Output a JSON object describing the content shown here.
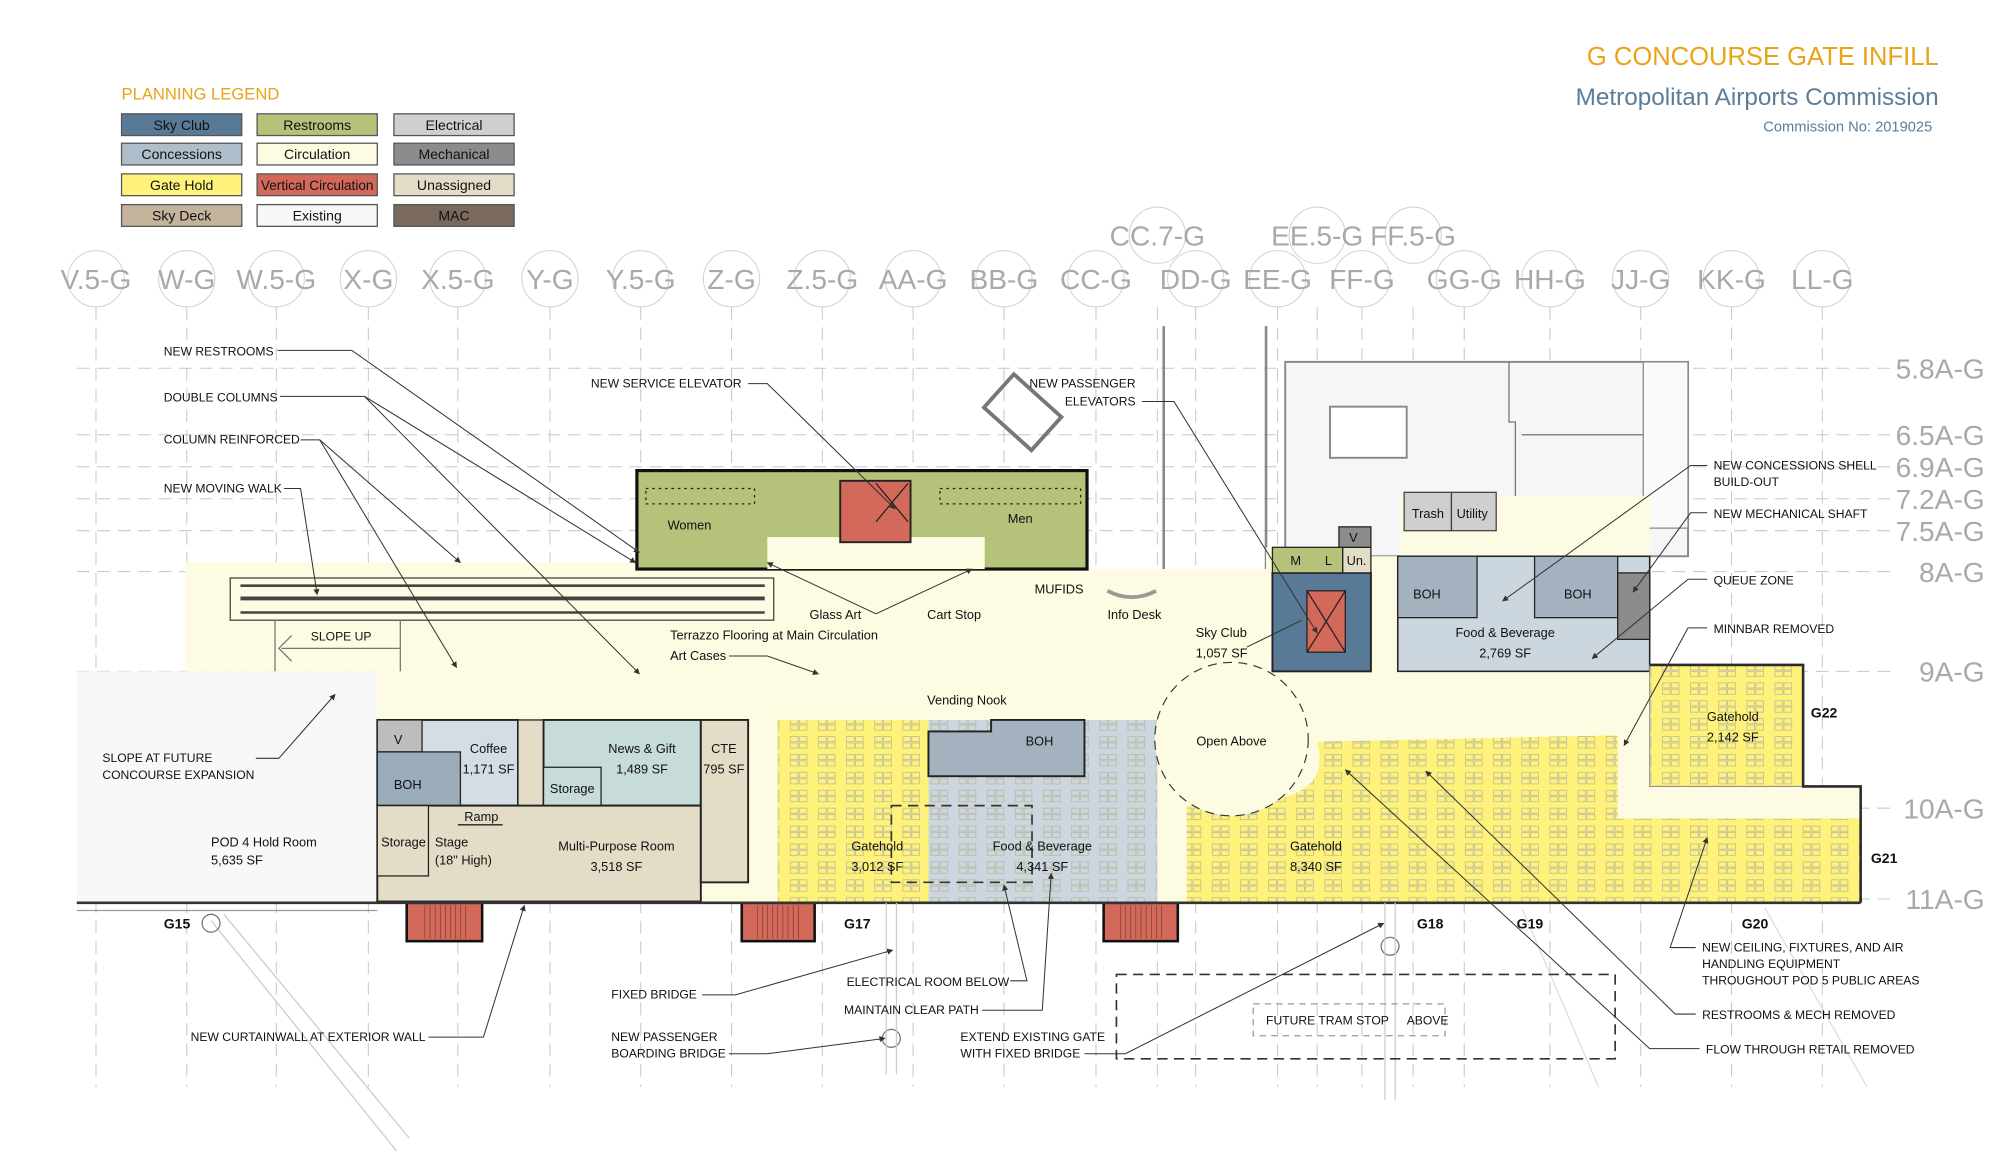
{
  "title": {
    "main": "G CONCOURSE GATE INFILL",
    "organization": "Metropolitan Airports Commission",
    "commission": "Commission No: 2019025",
    "main_color": "#e8a317",
    "org_color": "#5a7d9a"
  },
  "legend": {
    "title": "PLANNING LEGEND",
    "items": [
      {
        "label": "Sky Club",
        "color": "#587a96"
      },
      {
        "label": "Restrooms",
        "color": "#b5c27a"
      },
      {
        "label": "Electrical",
        "color": "#cfcfcf"
      },
      {
        "label": "Concessions",
        "color": "#aebfcb"
      },
      {
        "label": "Circulation",
        "color": "#fdfbe2"
      },
      {
        "label": "Mechanical",
        "color": "#8c8c8c"
      },
      {
        "label": "Gate Hold",
        "color": "#fff27a"
      },
      {
        "label": "Vertical Circulation",
        "color": "#d2695a"
      },
      {
        "label": "Unassigned",
        "color": "#e3dcc6"
      },
      {
        "label": "Sky Deck",
        "color": "#c4b49c"
      },
      {
        "label": "Existing",
        "color": "#f8f8f8"
      },
      {
        "label": "MAC",
        "color": "#7a6a5e"
      }
    ]
  },
  "grid": {
    "columns": [
      "V.5-G",
      "W-G",
      "W.5-G",
      "X-G",
      "X.5-G",
      "Y-G",
      "Y.5-G",
      "Z-G",
      "Z.5-G",
      "AA-G",
      "BB-G",
      "CC-G",
      "CC.7-G",
      "DD-G",
      "EE-G",
      "EE.5-G",
      "FF-G",
      "FF.5-G",
      "GG-G",
      "HH-G",
      "JJ-G",
      "KK-G",
      "LL-G"
    ],
    "rows": [
      "5.8A-G",
      "6.5A-G",
      "6.9A-G",
      "7.2A-G",
      "7.5A-G",
      "8A-G",
      "9A-G",
      "10A-G",
      "11A-G"
    ]
  },
  "rooms": {
    "women": "Women",
    "men": "Men",
    "slope_up": "SLOPE UP",
    "pod4": [
      "POD 4 Hold Room",
      "5,635 SF"
    ],
    "glass_art": "Glass Art",
    "cart_stop": "Cart Stop",
    "mufids": "MUFIDS",
    "info_desk": "Info Desk",
    "terrazzo": "Terrazzo Flooring at Main Circulation",
    "art_cases": "Art Cases",
    "sky_club": [
      "Sky Club",
      "1,057 SF"
    ],
    "vending_nook": "Vending Nook",
    "open_above": "Open Above",
    "boh_center": "BOH",
    "v_left": "V",
    "coffee": [
      "Coffee",
      "1,171 SF"
    ],
    "boh_coffee": "BOH",
    "news_gift": [
      "News & Gift",
      "1,489 SF"
    ],
    "storage_news": "Storage",
    "cte": [
      "CTE",
      "795 SF"
    ],
    "ramp": "Ramp",
    "storage_mp": "Storage",
    "stage": [
      "Stage",
      "(18\" High)"
    ],
    "multipurpose": [
      "Multi-Purpose Room",
      "3,518 SF"
    ],
    "gatehold_3012": [
      "Gatehold",
      "3,012 SF"
    ],
    "fnb_4341": [
      "Food & Beverage",
      "4,341 SF"
    ],
    "gatehold_8340": [
      "Gatehold",
      "8,340 SF"
    ],
    "gatehold_2142": [
      "Gatehold",
      "2,142 SF"
    ],
    "trash": "Trash",
    "utility": "Utility",
    "boh_r1": "BOH",
    "boh_r2": "BOH",
    "fnb_2769": [
      "Food & Beverage",
      "2,769 SF"
    ],
    "m": "M",
    "l": "L",
    "un": "Un.",
    "v_right": "V",
    "tram": [
      "FUTURE TRAM STOP",
      "ABOVE"
    ]
  },
  "gates": [
    "G15",
    "G17",
    "G18",
    "G19",
    "G20",
    "G21",
    "G22"
  ],
  "annotations": {
    "new_restrooms": "NEW RESTROOMS",
    "double_columns": "DOUBLE COLUMNS",
    "column_reinforced": "COLUMN REINFORCED",
    "new_moving_walk": "NEW MOVING WALK",
    "slope_future": [
      "SLOPE AT FUTURE",
      "CONCOURSE EXPANSION"
    ],
    "new_service_elevator": "NEW SERVICE ELEVATOR",
    "new_passenger_elevators": [
      "NEW PASSENGER",
      "ELEVATORS"
    ],
    "new_concessions_shell": [
      "NEW CONCESSIONS SHELL",
      "BUILD-OUT"
    ],
    "new_mechanical_shaft": "NEW MECHANICAL SHAFT",
    "queue_zone": "QUEUE ZONE",
    "minnbar_removed": "MINNBAR REMOVED",
    "new_ceiling": [
      "NEW CEILING, FIXTURES, AND AIR",
      "HANDLING EQUIPMENT",
      "THROUGHOUT POD 5 PUBLIC AREAS"
    ],
    "restrooms_mech_removed": "RESTROOMS & MECH REMOVED",
    "flow_through_removed": "FLOW THROUGH RETAIL REMOVED",
    "fixed_bridge": "FIXED BRIDGE",
    "electrical_room_below": "ELECTRICAL ROOM BELOW",
    "maintain_clear_path": "MAINTAIN CLEAR PATH",
    "new_boarding_bridge": [
      "NEW PASSENGER",
      "BOARDING BRIDGE"
    ],
    "new_curtainwall": "NEW CURTAINWALL AT EXTERIOR WALL",
    "extend_gate": [
      "EXTEND EXISTING GATE",
      "WITH FIXED BRIDGE"
    ]
  }
}
